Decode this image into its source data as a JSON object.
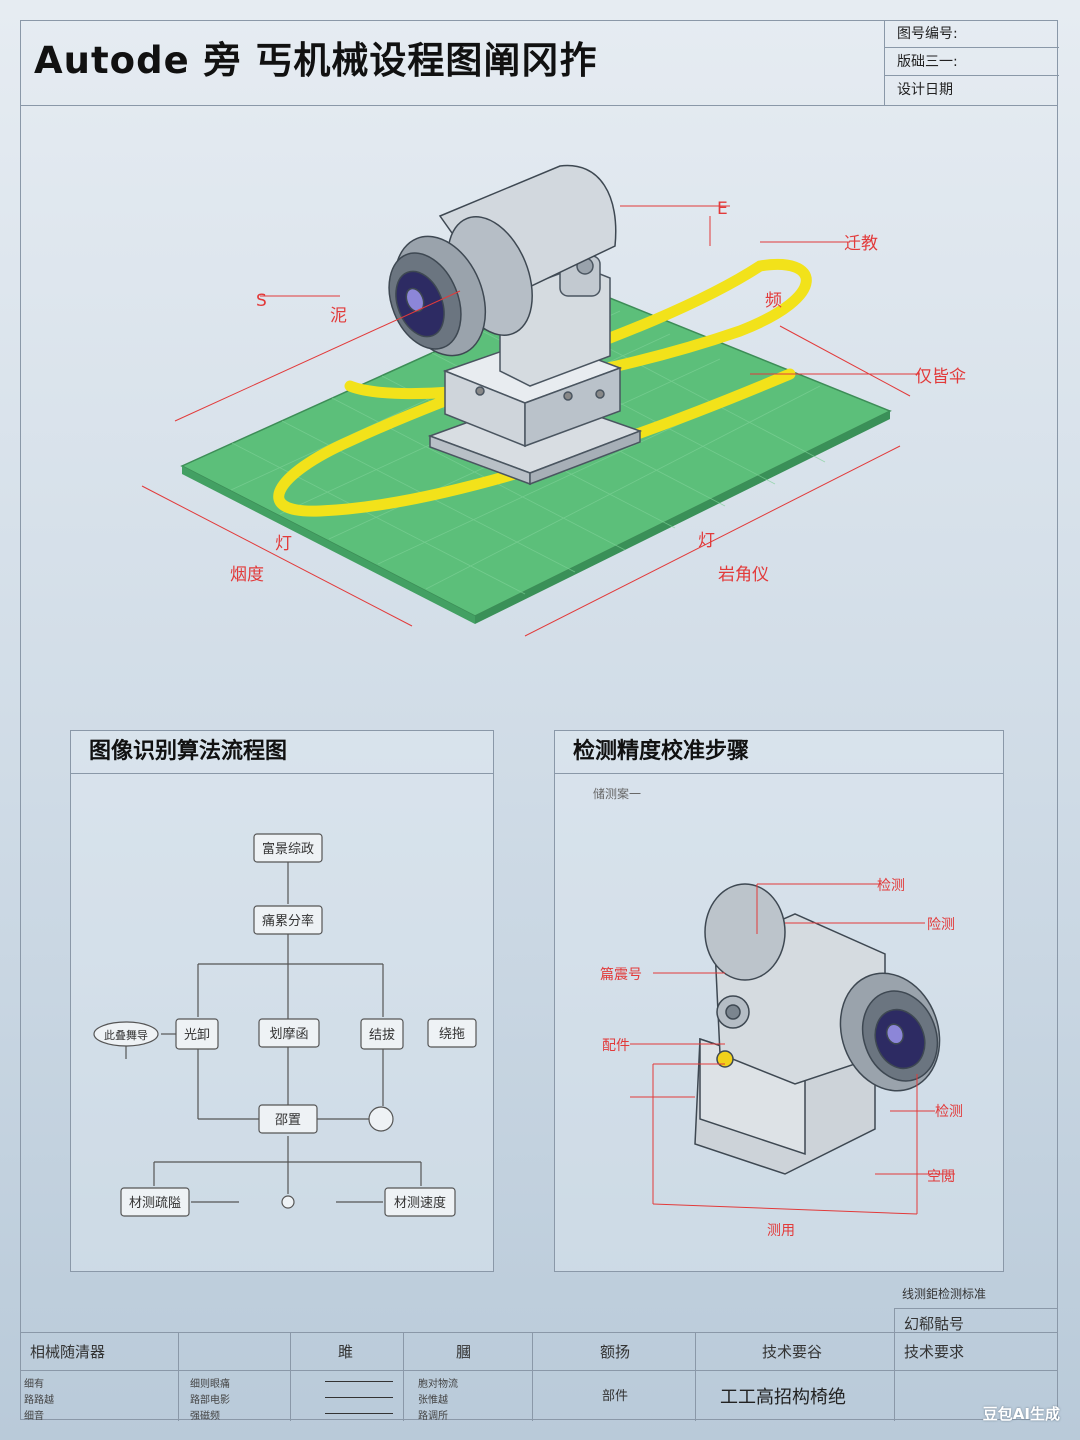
{
  "title": "Autode 旁 丐机械设程图阐冈拃",
  "title_block": {
    "row1": "图号编号:",
    "row2": "版础三一:",
    "row3": "设计日期"
  },
  "main_diagram": {
    "labels": {
      "top_e": "E",
      "top_right": "迁教",
      "left_top": "S",
      "left_mid": "泥",
      "center_right": "频",
      "right_mid": "仅皆伞",
      "bottom_left_1": "灯",
      "bottom_left_2": "烟度",
      "bottom_right_1": "灯",
      "bottom_right_2": "岩角仪"
    }
  },
  "flow_panel": {
    "title": "图像识别算法流程图",
    "nodes": {
      "n1": "富景综政",
      "n2": "痛累分率",
      "left_oval": "此叠舞导",
      "b1": "光卸",
      "b2": "划摩函",
      "b3": "结拔",
      "right_box": "绕拖",
      "merge": "邵置",
      "out_left": "材测疏隘",
      "out_right": "材测速度"
    }
  },
  "calib_panel": {
    "title": "检测精度校准步骤",
    "subtitle": "储测案一",
    "labels": {
      "l1": "检测",
      "l2": "险测",
      "l3": "篇震号",
      "l4": "配件",
      "l5": "检测",
      "l6": "空閲",
      "l7": "测用"
    }
  },
  "footer_note": "线测鉅检测标准",
  "bottom_table": {
    "right_top": "幻郗骷号",
    "head": [
      "相械随清器",
      "",
      "雎",
      "膕",
      "额扬",
      "技术要谷",
      "技术要求"
    ],
    "row_labels": [
      "细有",
      "路路越",
      "细音"
    ],
    "row_mid": [
      "细则眼痛",
      "路部电影",
      "强磁频"
    ],
    "row_mid2": [
      "胞对物流",
      "张惟越",
      "路调所"
    ],
    "part": "部件",
    "big_text": "工工高招构椅绝"
  },
  "watermark": "豆包AI生成",
  "colors": {
    "annotation": "#e23a3a",
    "green_plate": "#5cbf7a",
    "yellow_path": "#f2e21a",
    "line": "#8a98a8"
  }
}
